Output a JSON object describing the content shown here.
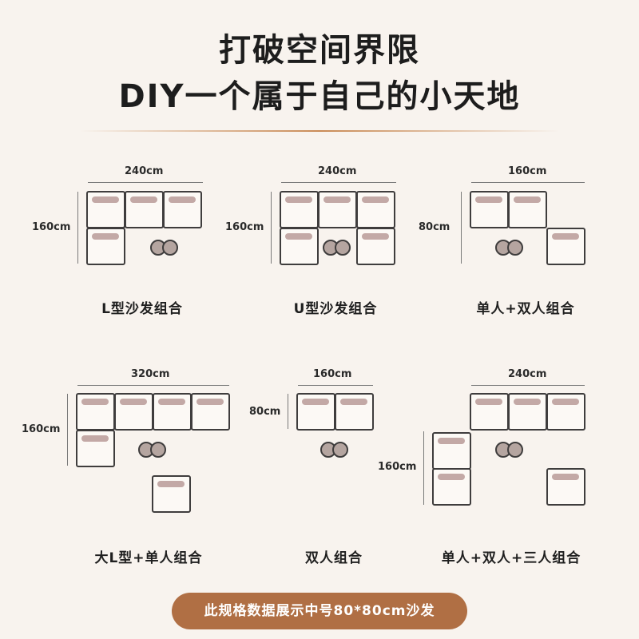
{
  "header": {
    "title_line1": "打破空间界限",
    "title_line2": "DIY一个属于自己的小天地"
  },
  "combos": [
    {
      "label": "L型沙发组合",
      "width_dim": "240cm",
      "depth_dim": "160cm"
    },
    {
      "label": "U型沙发组合",
      "width_dim": "240cm",
      "depth_dim": "160cm"
    },
    {
      "label": "单人+双人组合",
      "width_dim": "160cm",
      "depth_dim": "80cm"
    },
    {
      "label": "大L型+单人组合",
      "width_dim": "320cm",
      "depth_dim": "160cm"
    },
    {
      "label": "双人组合",
      "width_dim": "160cm",
      "depth_dim": "80cm"
    },
    {
      "label": "单人+双人+三人组合",
      "width_dim": "240cm",
      "depth_dim": "160cm"
    }
  ],
  "footer": {
    "note": "此规格数据展示中号80*80cm沙发"
  },
  "colors": {
    "background": "#f8f3ee",
    "accent": "#b06f44",
    "cushion": "#c3a9a6",
    "outline": "#3f3d3d"
  }
}
